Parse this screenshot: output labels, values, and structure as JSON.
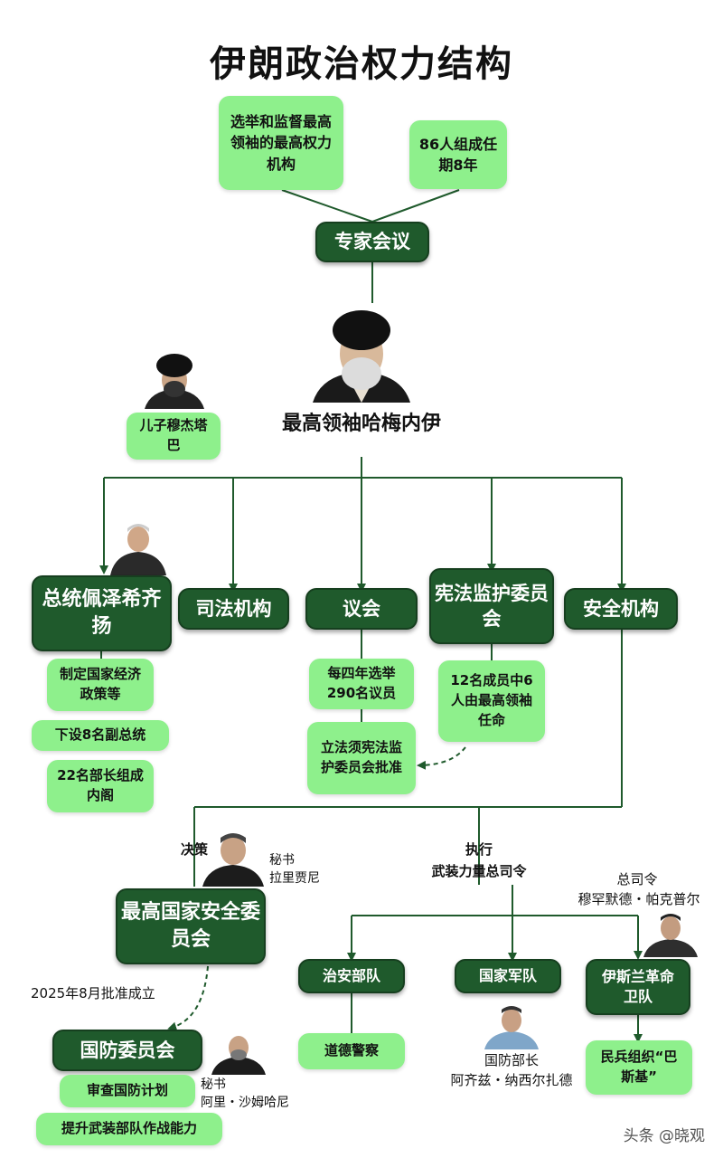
{
  "title": "伊朗政治权力结构",
  "assembly": {
    "desc1": "选举和监督最高领袖的最高权力机构",
    "desc2": "86人组成任期8年",
    "name": "专家会议"
  },
  "leader": {
    "name": "最高领袖哈梅内伊"
  },
  "son": {
    "text": "儿子穆杰塔巴"
  },
  "president": {
    "name": "总统佩泽希齐扬",
    "notes": [
      "制定国家经济政策等",
      "下设8名副总统",
      "22名部长组成内阁"
    ]
  },
  "judiciary": {
    "name": "司法机构"
  },
  "parliament": {
    "name": "议会",
    "notes": [
      "每四年选举290名议员",
      "立法须宪法监护委员会批准"
    ]
  },
  "guardian": {
    "name": "宪法监护委员会",
    "note": "12名成员中6人由最高领袖任命"
  },
  "security": {
    "name": "安全机构"
  },
  "snsc": {
    "decision": "决策",
    "secretary_title": "秘书",
    "secretary_name": "拉里贾尼",
    "name": "最高国家安全委员会"
  },
  "execute": {
    "label1": "执行",
    "label2": "武装力量总司令"
  },
  "commander": {
    "title": "总司令",
    "name": "穆罕默德・帕克普尔"
  },
  "police": {
    "name": "治安部队",
    "sub": "道德警察"
  },
  "army": {
    "name": "国家军队",
    "minister_title": "国防部长",
    "minister_name": "阿齐兹・纳西尔扎德"
  },
  "irgc": {
    "name": "伊斯兰革命卫队",
    "sub": "民兵组织“巴斯基”"
  },
  "defense": {
    "approved": "2025年8月批准成立",
    "name": "国防委员会",
    "secretary_title": "秘书",
    "secretary_name": "阿里・沙姆哈尼",
    "tasks": [
      "审查国防计划",
      "提升武装部队作战能力"
    ]
  },
  "watermark": "头条 @晓观",
  "colors": {
    "dark_green": "#1f5a2c",
    "light_green": "#8ef08c"
  }
}
